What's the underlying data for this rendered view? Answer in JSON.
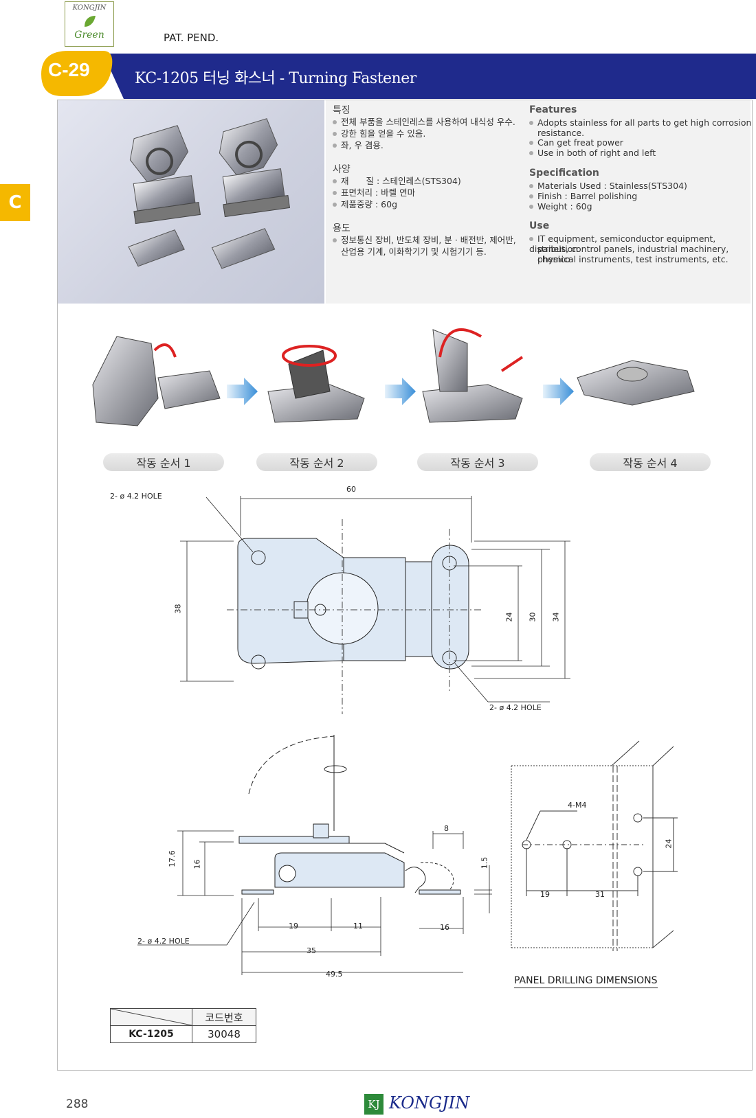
{
  "brand": {
    "logo_top": "KONGJIN",
    "logo_bottom": "Green",
    "pat_pend": "PAT. PEND.",
    "footer_kj": "KJ",
    "footer_name": "KONGJIN",
    "page_number": "288"
  },
  "header": {
    "code": "C-29",
    "title": "KC-1205 터닝 화스너 - Turning Fastener",
    "side_tab": "C",
    "colors": {
      "navy": "#1f2a8c",
      "yellow": "#f5b800"
    }
  },
  "spec_kr": {
    "features_title": "특징",
    "features": [
      "전체 부품을 스테인레스를 사용하여 내식성 우수.",
      "강한 힘을 얻을 수 있음.",
      "좌, 우 겸용."
    ],
    "spec_title": "사양",
    "specs": [
      "재　　질 : 스테인레스(STS304)",
      "표면처리 : 바렐 연마",
      "제품중량 : 60g"
    ],
    "use_title": "용도",
    "use": [
      "정보통신 장비, 반도체 장비, 분 · 배전반, 제어반,",
      "산업용 기계, 이화학기기 및 시험기기 등."
    ]
  },
  "spec_en": {
    "features_title": "Features",
    "features": [
      "Adopts stainless for all parts to get high corrosion",
      "resistance.",
      "Can get freat power",
      "Use in both of right and left"
    ],
    "spec_title": "Specification",
    "specs": [
      "Materials Used : Stainless(STS304)",
      "Finish : Barrel polishing",
      "Weight : 60g"
    ],
    "use_title": "Use",
    "use": [
      "IT equipment, semiconductor equipment, distribution",
      "panels, control panels, industrial machinery, physico-",
      "chemical instruments, test instruments, etc."
    ]
  },
  "steps": [
    "작동 순서 1",
    "작동 순서 2",
    "작동 순서 3",
    "작동 순서 4"
  ],
  "drawing": {
    "hole_label_1": "2- ø 4.2 HOLE",
    "hole_label_2": "2- ø 4.2 HOLE",
    "hole_label_3": "2- ø 4.2 HOLE",
    "dim_60": "60",
    "dim_38": "38",
    "dim_24": "24",
    "dim_30": "30",
    "dim_34": "34",
    "dim_17_6": "17.6",
    "dim_16v": "16",
    "dim_8": "8",
    "dim_1_5": "1.5",
    "dim_19": "19",
    "dim_11": "11",
    "dim_16h": "16",
    "dim_35": "35",
    "dim_49_5": "49.5",
    "panel_m4": "4-M4",
    "panel_24": "24",
    "panel_19": "19",
    "panel_31": "31",
    "panel_title": "PANEL DRILLING DIMENSIONS"
  },
  "code_table": {
    "header": "코드번호",
    "model": "KC-1205",
    "code": "30048"
  }
}
